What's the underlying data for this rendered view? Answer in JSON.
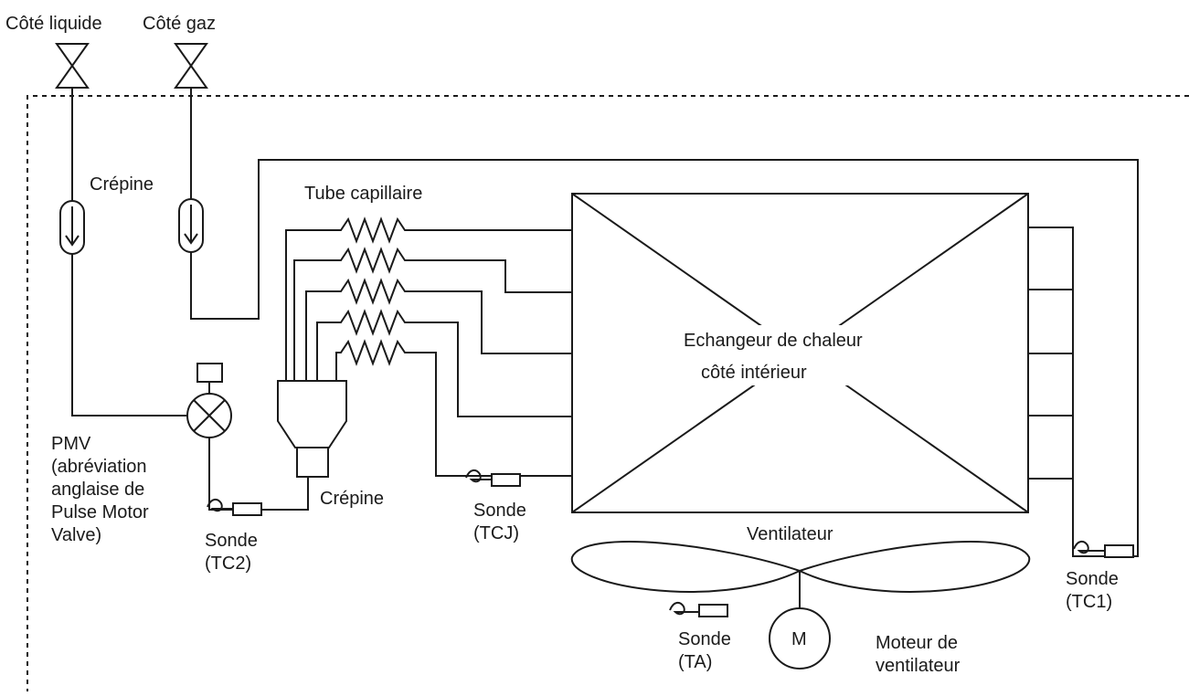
{
  "labels": {
    "liquid_side": "Côté liquide",
    "gas_side": "Côté gaz",
    "strainer_top": "Crépine",
    "capillary_tube": "Tube capillaire",
    "heat_exchanger_line1": "Echangeur de chaleur",
    "heat_exchanger_line2": "côté intérieur",
    "pmv_lines": [
      "PMV",
      "(abréviation",
      "anglaise de",
      "Pulse Motor",
      "Valve)"
    ],
    "strainer_bottom": "Crépine",
    "sensor_tc2": [
      "Sonde",
      "(TC2)"
    ],
    "sensor_tcj": [
      "Sonde",
      "(TCJ)"
    ],
    "fan": "Ventilateur",
    "sensor_tc1": [
      "Sonde",
      "(TC1)"
    ],
    "sensor_ta": [
      "Sonde",
      "(TA)"
    ],
    "motor_symbol": "M",
    "fan_motor": [
      "Moteur de",
      "ventilateur"
    ]
  }
}
